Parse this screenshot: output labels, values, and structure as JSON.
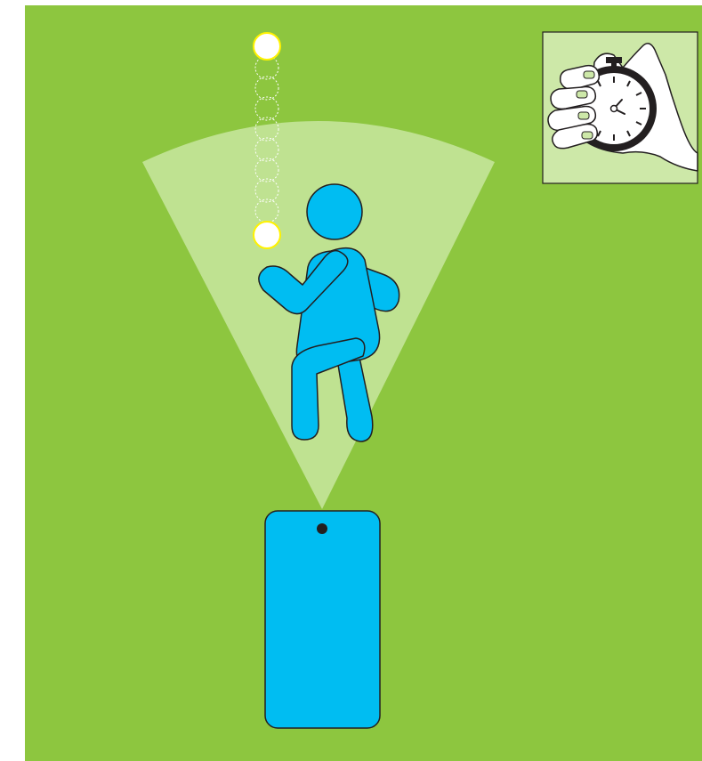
{
  "colors": {
    "field": "#8dc63f",
    "camera_cone": "#c8e6a0",
    "figure": "#00bdf2",
    "outline": "#231f20",
    "ball": "#ffffff",
    "ball_stroke": "#fff200",
    "inset_bg": "#cde8a8"
  },
  "elements": {
    "field": "soccer-field",
    "phone": "phone",
    "camera": "phone-camera",
    "cone": "camera-view-cone",
    "player": "player-figure",
    "ball_trail": "ball-juggling-trail",
    "stopwatch_inset": "stopwatch-in-hand-icon"
  }
}
